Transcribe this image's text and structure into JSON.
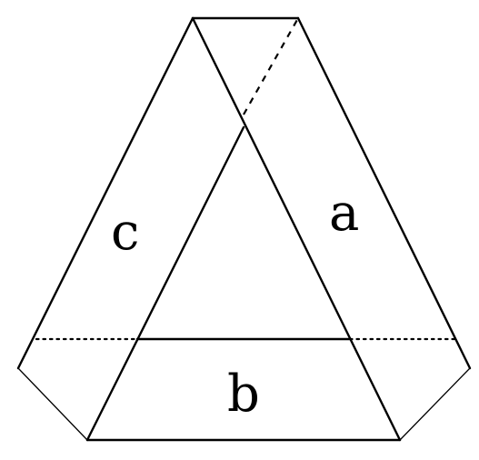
{
  "figure": {
    "labels": {
      "a": "a",
      "b": "b",
      "c": "c"
    },
    "colors": {
      "stroke": "#000000",
      "background": "#ffffff"
    }
  }
}
